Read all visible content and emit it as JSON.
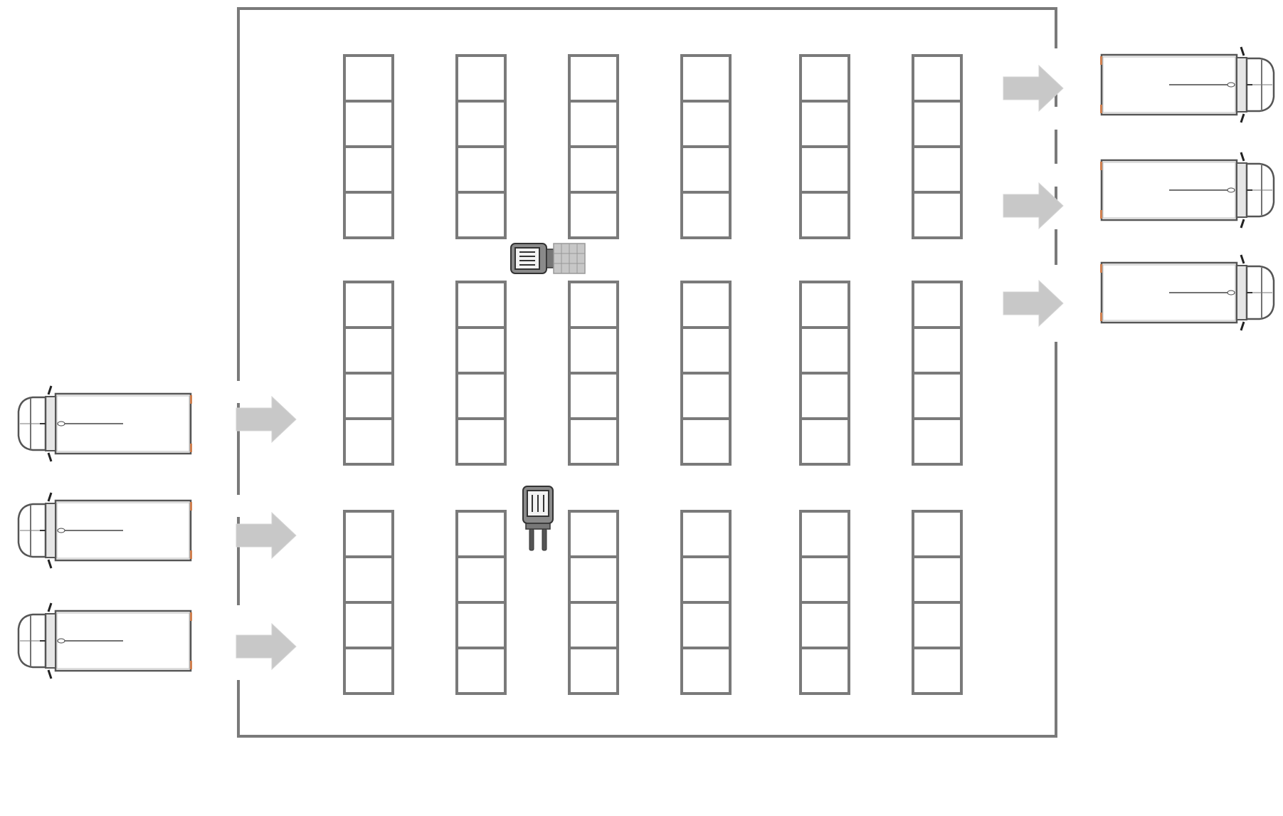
{
  "diagram": {
    "kind": "warehouse-layout",
    "colors": {
      "background": "#ffffff",
      "wall": "#7a7a7a",
      "rack": "#7a7a7a",
      "arrow": "#c8c8c8",
      "truck_body": "#ffffff",
      "truck_outline": "#555555",
      "tail_light": "#d08050",
      "forklift": "#6a6a6a",
      "pallet": "#b5b5b5"
    },
    "rack_columns": 6,
    "rack_rows": 3,
    "bays_per_rack": 4,
    "inbound_trucks": 3,
    "outbound_trucks": 3,
    "forklifts": 2,
    "icons": [
      "truck-icon",
      "forklift-icon",
      "pallet-load-icon",
      "arrow-right-icon"
    ]
  }
}
